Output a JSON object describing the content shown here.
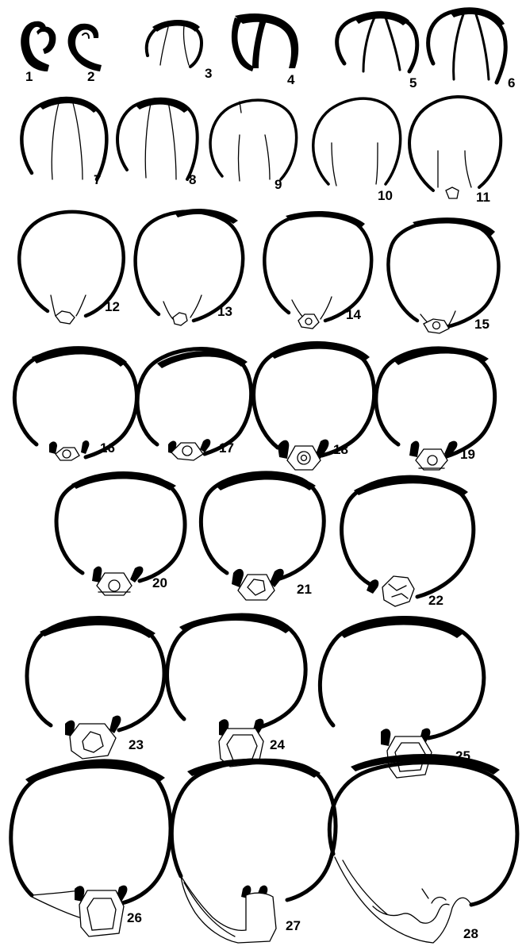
{
  "figure": {
    "ink_color": "#000000",
    "background_color": "#ffffff",
    "panels": [
      {
        "label": "1"
      },
      {
        "label": "2"
      },
      {
        "label": "3"
      },
      {
        "label": "4"
      },
      {
        "label": "5"
      },
      {
        "label": "6"
      },
      {
        "label": "7"
      },
      {
        "label": "8"
      },
      {
        "label": "9"
      },
      {
        "label": "10"
      },
      {
        "label": "11"
      },
      {
        "label": "12"
      },
      {
        "label": "13"
      },
      {
        "label": "14"
      },
      {
        "label": "15"
      },
      {
        "label": "16"
      },
      {
        "label": "17"
      },
      {
        "label": "18"
      },
      {
        "label": "19"
      },
      {
        "label": "20"
      },
      {
        "label": "21"
      },
      {
        "label": "22"
      },
      {
        "label": "23"
      },
      {
        "label": "24"
      },
      {
        "label": "25"
      },
      {
        "label": "26"
      },
      {
        "label": "27"
      },
      {
        "label": "28"
      }
    ]
  }
}
